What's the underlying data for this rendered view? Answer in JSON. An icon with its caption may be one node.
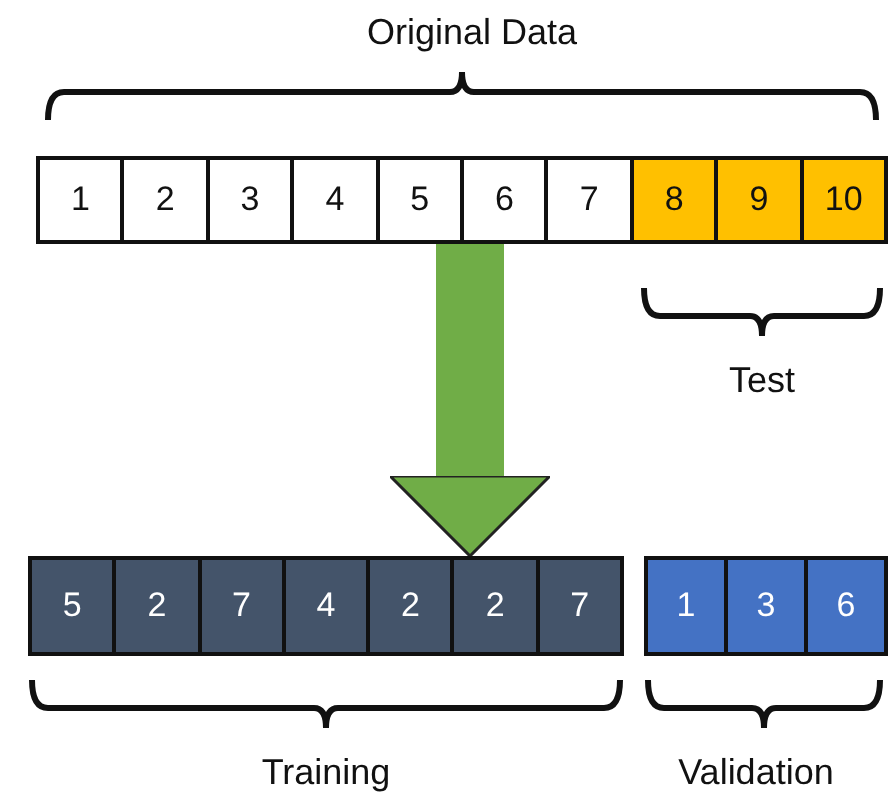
{
  "diagram": {
    "nodes": [
      {
        "text": [],
        "shape": "box"
      },
      {
        "text": [
          "1"
        ],
        "in": 0
      },
      {
        "text": [
          "2"
        ],
        "in": 0
      },
      {
        "text": [
          "3"
        ],
        "in": 0
      },
      {
        "text": [
          "4"
        ],
        "in": 0
      },
      {
        "text": [
          "5"
        ],
        "in": 0
      },
      {
        "text": [
          "6"
        ],
        "in": 0
      },
      {
        "text": [
          "7"
        ],
        "in": 0
      },
      {
        "text": [
          "8"
        ],
        "in": 0
      },
      {
        "text": [
          "9"
        ],
        "in": 0
      },
      {
        "text": [
          "10"
        ],
        "in": 0
      },
      {
        "text": [],
        "shape": "box"
      },
      {
        "text": [
          "5"
        ],
        "in": 11
      },
      {
        "text": [
          "2"
        ],
        "in": 11
      },
      {
        "text": [
          "7"
        ],
        "in": 11
      },
      {
        "text": [
          "4"
        ],
        "in": 11
      },
      {
        "text": [
          "2"
        ],
        "in": 11
      },
      {
        "text": [
          "2"
        ],
        "in": 11
      },
      {
        "text": [
          "7"
        ],
        "in": 11
      },
      {
        "text": [],
        "shape": "box"
      },
      {
        "text": [
          "1"
        ],
        "in": 19
      },
      {
        "text": [
          "3"
        ],
        "in": 19
      },
      {
        "text": [
          "6"
        ],
        "in": 19
      }
    ],
    "edges": [
      {
        "from": 0,
        "to": 11,
        "arrow": "to",
        "color": "#70ad47"
      }
    ],
    "labels": [
      "Original Data",
      "Test",
      "Training",
      "Validation"
    ]
  }
}
